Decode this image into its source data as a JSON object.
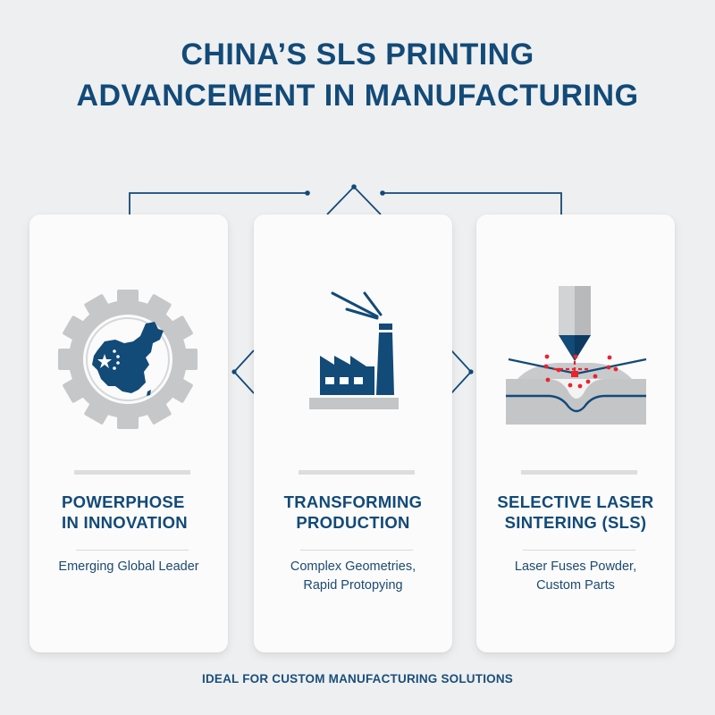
{
  "title": {
    "line1": "CHINA’S SLS PRINTING",
    "line2": "ADVANCEMENT IN MANUFACTURING"
  },
  "colors": {
    "primary": "#124a78",
    "background": "#eeeff0",
    "card": "#fbfbfb",
    "gray": "#c4c5c7",
    "laser_red": "#e8242f"
  },
  "cards": [
    {
      "icon": "china-map-gear-icon",
      "title_line1": "POWERPHOSE",
      "title_line2": "IN INNOVATION",
      "desc_line1": "Emerging Global Leader",
      "desc_line2": ""
    },
    {
      "icon": "factory-icon",
      "title_line1": "TRANSFORMING",
      "title_line2": "PRODUCTION",
      "desc_line1": "Complex Geometries,",
      "desc_line2": "Rapid Protopying"
    },
    {
      "icon": "laser-sintering-icon",
      "title_line1": "SELECTIVE LASER",
      "title_line2": "SINTERING (SLS)",
      "desc_line1": "Laser Fuses Powder,",
      "desc_line2": "Custom Parts"
    }
  ],
  "footer": "IDEAL FOR CUSTOM MANUFACTURING SOLUTIONS"
}
